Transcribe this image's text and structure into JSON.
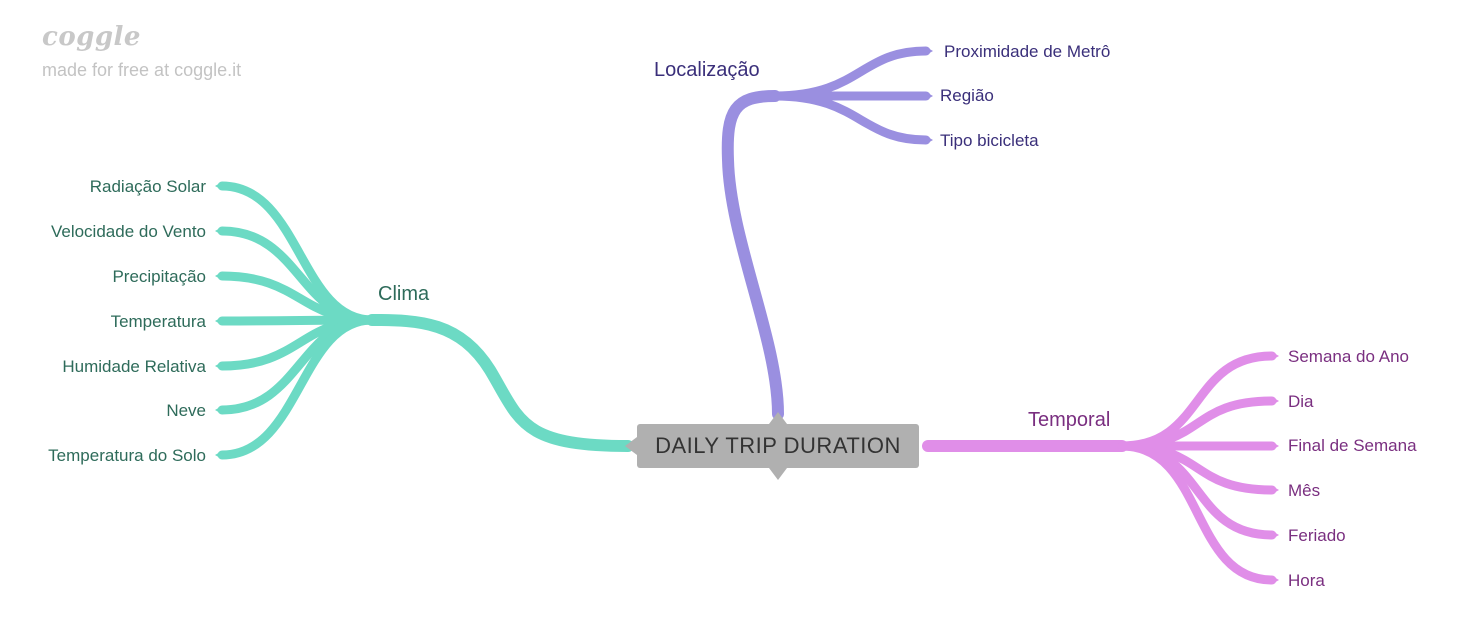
{
  "watermark": {
    "logo": "coggle",
    "tagline": "made for free at coggle.it"
  },
  "root": {
    "label": "DAILY TRIP DURATION"
  },
  "branches": {
    "clima": {
      "label": "Clima",
      "color": "#6cdac4",
      "text_color": "#2e6b5a",
      "children": [
        "Radiação Solar",
        "Velocidade do Vento",
        "Precipitação",
        "Temperatura",
        "Humidade Relativa",
        "Neve",
        "Temperatura do Solo"
      ]
    },
    "localizacao": {
      "label": "Localização",
      "color": "#9a8fe0",
      "text_color": "#3a2f7a",
      "children": [
        "Proximidade de Metrô",
        "Região",
        "Tipo bicicleta"
      ]
    },
    "temporal": {
      "label": "Temporal",
      "color": "#e08ee8",
      "text_color": "#7a2f80",
      "children": [
        "Semana do Ano",
        "Dia",
        "Final de Semana",
        "Mês",
        "Feriado",
        "Hora"
      ]
    }
  }
}
